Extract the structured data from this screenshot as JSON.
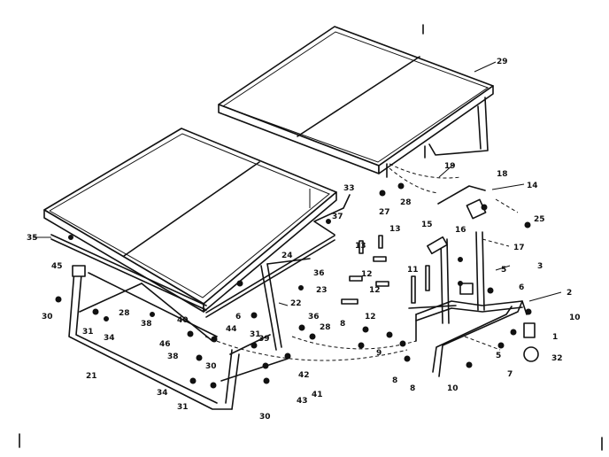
{
  "diagram": {
    "labels": [
      {
        "id": "p29",
        "text": "29"
      },
      {
        "id": "p19a",
        "text": "19"
      },
      {
        "id": "p18a",
        "text": "18"
      },
      {
        "id": "p14",
        "text": "14"
      },
      {
        "id": "p33",
        "text": "33"
      },
      {
        "id": "p27",
        "text": "27"
      },
      {
        "id": "p28a",
        "text": "28"
      },
      {
        "id": "p37",
        "text": "37"
      },
      {
        "id": "p25",
        "text": "25"
      },
      {
        "id": "p13a",
        "text": "13"
      },
      {
        "id": "p13b",
        "text": "13"
      },
      {
        "id": "p15",
        "text": "15"
      },
      {
        "id": "p16",
        "text": "16"
      },
      {
        "id": "p17",
        "text": "17"
      },
      {
        "id": "p35",
        "text": "35"
      },
      {
        "id": "p24",
        "text": "24"
      },
      {
        "id": "p36a",
        "text": "36"
      },
      {
        "id": "p45",
        "text": "45"
      },
      {
        "id": "p12a",
        "text": "12"
      },
      {
        "id": "p11",
        "text": "11"
      },
      {
        "id": "p5a",
        "text": "5"
      },
      {
        "id": "p3",
        "text": "3"
      },
      {
        "id": "p6a",
        "text": "6"
      },
      {
        "id": "p23",
        "text": "23"
      },
      {
        "id": "p12b",
        "text": "12"
      },
      {
        "id": "p2",
        "text": "2"
      },
      {
        "id": "p22",
        "text": "22"
      },
      {
        "id": "p30a",
        "text": "30"
      },
      {
        "id": "p28b",
        "text": "28"
      },
      {
        "id": "p38a",
        "text": "38"
      },
      {
        "id": "p12c",
        "text": "12"
      },
      {
        "id": "p10a",
        "text": "10"
      },
      {
        "id": "p8a",
        "text": "8"
      },
      {
        "id": "p6b",
        "text": "6"
      },
      {
        "id": "p36b",
        "text": "36"
      },
      {
        "id": "p31a",
        "text": "31"
      },
      {
        "id": "p34a",
        "text": "34"
      },
      {
        "id": "p40",
        "text": "40"
      },
      {
        "id": "p28c",
        "text": "28"
      },
      {
        "id": "p1",
        "text": "1"
      },
      {
        "id": "p44",
        "text": "44"
      },
      {
        "id": "p31b",
        "text": "31"
      },
      {
        "id": "p9",
        "text": "9"
      },
      {
        "id": "p39",
        "text": "39"
      },
      {
        "id": "p38b",
        "text": "38"
      },
      {
        "id": "p46",
        "text": "46"
      },
      {
        "id": "p5b",
        "text": "5"
      },
      {
        "id": "p32",
        "text": "32"
      },
      {
        "id": "p30b",
        "text": "30"
      },
      {
        "id": "p42",
        "text": "42"
      },
      {
        "id": "p7",
        "text": "7"
      },
      {
        "id": "p21",
        "text": "21"
      },
      {
        "id": "p8b",
        "text": "8"
      },
      {
        "id": "p8c",
        "text": "8"
      },
      {
        "id": "p34b",
        "text": "34"
      },
      {
        "id": "p41",
        "text": "41"
      },
      {
        "id": "p10b",
        "text": "10"
      },
      {
        "id": "p31c",
        "text": "31"
      },
      {
        "id": "p43",
        "text": "43"
      },
      {
        "id": "p30c",
        "text": "30"
      }
    ]
  }
}
